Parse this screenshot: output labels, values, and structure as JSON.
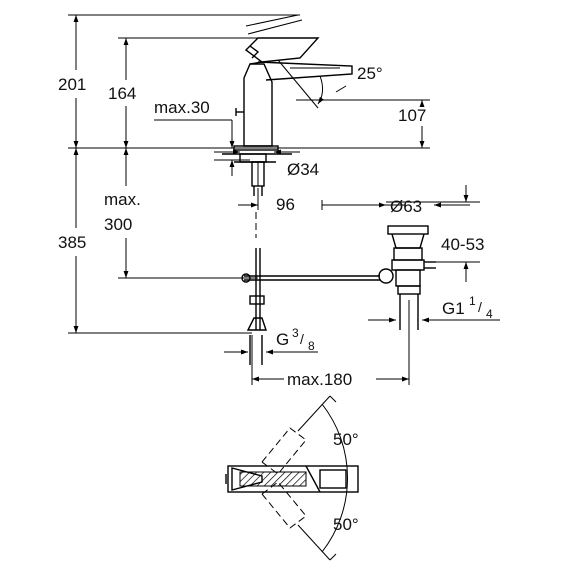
{
  "dimensions": {
    "total_height": "201",
    "spout_height": "164",
    "handle_angle": "25°",
    "outlet_height": "107",
    "max_thickness": "max.30",
    "hole_diameter": "Ø34",
    "waste_offset": "96",
    "waste_diameter": "Ø63",
    "max_length_line1": "max.",
    "max_length_line2": "300",
    "below_deck": "385",
    "waste_range": "40-53",
    "waste_thread_main": "G1",
    "waste_thread_num": "1",
    "waste_thread_den": "4",
    "supply_thread_main": "G",
    "supply_thread_num": "3",
    "supply_thread_den": "8",
    "max_reach": "max.180",
    "swivel_top": "50°",
    "swivel_bottom": "50°"
  }
}
